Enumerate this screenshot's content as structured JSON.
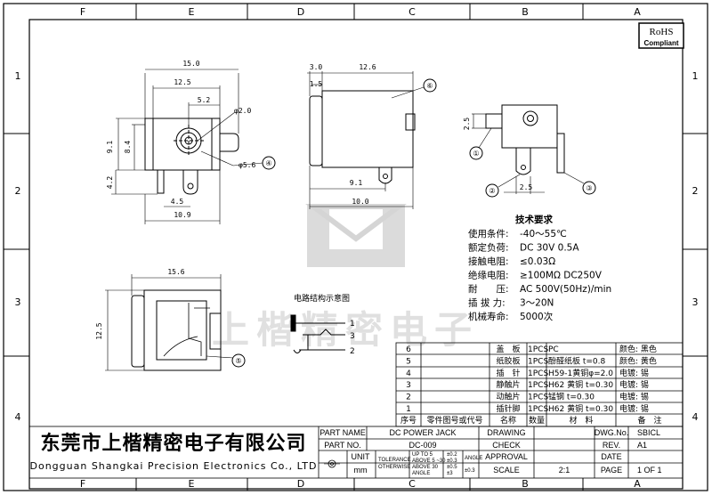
{
  "zones": {
    "columns": [
      "F",
      "E",
      "D",
      "C",
      "B",
      "A"
    ],
    "rows": [
      "1",
      "2",
      "3",
      "4"
    ]
  },
  "rohs": {
    "line1": "RoHS",
    "line2": "Compliant"
  },
  "dims": {
    "front_overall_w": "15.0",
    "front_w": "12.5",
    "front_hole_offset": "5.2",
    "front_h": "9.1",
    "front_hole_h": "8.4",
    "front_pin_h": "4.2",
    "front_pin_off": "4.5",
    "front_pin_w": "10.9",
    "hole_dia": "φ2.0",
    "outer_dia": "φ5.6",
    "side_flange": "3.0",
    "side_body": "12.6",
    "side_small": "1.5",
    "side_pin1": "9.1",
    "side_pin2": "10.0",
    "end_h": "2.5",
    "end_pin": "2.5",
    "bottom_w": "15.6",
    "bottom_h": "12.5"
  },
  "callouts": [
    "①",
    "②",
    "③",
    "④",
    "⑤",
    "⑥"
  ],
  "circuit": {
    "title": "电路结构示意图",
    "pins": [
      "1",
      "3",
      "2"
    ]
  },
  "specs": {
    "title": "技术要求",
    "items": [
      {
        "label": "使用条件:",
        "value": "-40～55℃"
      },
      {
        "label": "额定负荷:",
        "value": "DC 30V 0.5A"
      },
      {
        "label": "接触电阻:",
        "value": "≤0.03Ω"
      },
      {
        "label": "绝缘电阻:",
        "value": "≥100MΩ DC250V"
      },
      {
        "label": "耐　　压:",
        "value": "AC 500V(50Hz)/min"
      },
      {
        "label": "插 拔 力:",
        "value": "3～20N"
      },
      {
        "label": "机械寿命:",
        "value": "5000次"
      }
    ]
  },
  "bom": {
    "rows": [
      {
        "no": "6",
        "name": "盖　板",
        "qty": "1PCS",
        "mat": "PC",
        "note": "颜色: 黑色"
      },
      {
        "no": "5",
        "name": "纸胶板",
        "qty": "1PCS",
        "mat": "酚醛纸板 t=0.8",
        "note": "颜色: 黄色"
      },
      {
        "no": "4",
        "name": "插　针",
        "qty": "1PCS",
        "mat": "H59-1黄铜φ=2.0",
        "note": "电镀: 锡"
      },
      {
        "no": "3",
        "name": "静触片",
        "qty": "1PCS",
        "mat": "H62 黄铜 t=0.30",
        "note": "电镀: 锡"
      },
      {
        "no": "2",
        "name": "动触片",
        "qty": "1PCS",
        "mat": "锰钢 t=0.30",
        "note": "电镀: 锡"
      },
      {
        "no": "1",
        "name": "插针脚",
        "qty": "1PCS",
        "mat": "H62 黄铜 t=0.30",
        "note": "电镀: 锡"
      }
    ],
    "header": {
      "no": "序号",
      "part": "零件图号或代号",
      "name": "名称",
      "qty": "数量",
      "mat": "材　料",
      "note": "备　注"
    }
  },
  "title_block": {
    "company_cn": "东莞市上楷精密电子有限公司",
    "company_en": "Dongguan Shangkai Precision Electronics Co., LTD",
    "part_name_label": "PART NAME",
    "part_name": "DC POWER JACK",
    "part_no_label": "PART NO.",
    "part_no": "DC-009",
    "unit_label": "UNIT",
    "unit": "mm",
    "tolerance": "TOLERANCE",
    "otherwise": "OTHERWISE",
    "tol_rows": [
      {
        "range": "UP TO 5",
        "val": "±0.2"
      },
      {
        "range": "ABOVE 5 ~30",
        "val": "±0.3"
      },
      {
        "range": "ABOVE 30",
        "val": "±0.5"
      },
      {
        "range": "ANGLE",
        "val": "±3"
      }
    ],
    "angle_label": "ANGLE",
    "angle_val": "±0.3",
    "drawing": "DRAWING",
    "check": "CHECK",
    "approval": "APPROVAL",
    "scale_label": "SCALE",
    "scale": "2:1",
    "dwg_no_label": "DWG.No.",
    "dwg_no": "SBICL",
    "rev_label": "REV.",
    "rev": "A1",
    "date_label": "DATE",
    "page_label": "PAGE",
    "page": "1 OF 1"
  },
  "watermark": "上楷精密电子"
}
